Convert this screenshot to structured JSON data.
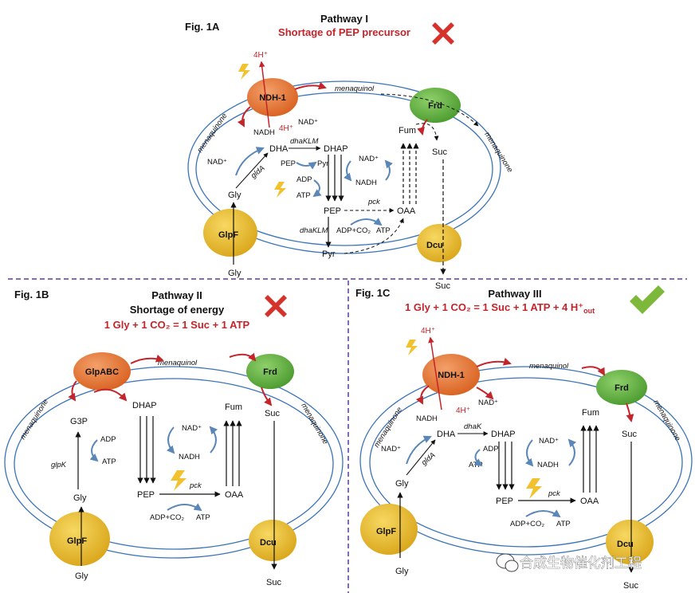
{
  "figA": {
    "label": "Fig. 1A",
    "pathway": "Pathway I",
    "subtitle": "Shortage of PEP precursor",
    "status": "cross-icon",
    "enzymes": {
      "ndh": "NDH-1",
      "frd": "Frd",
      "glpf": "GlpF",
      "dcu": "Dcu"
    },
    "membrane": {
      "menaquinol": "menaquinol",
      "menaquinone_left": "menaquinone",
      "menaquinone_right": "menaquinone"
    },
    "protons": {
      "out": "4H⁺",
      "in": "4H⁺"
    },
    "metabolites": {
      "nadh_top": "NADH",
      "nad_top": "NAD⁺",
      "dha": "DHA",
      "dhap": "DHAP",
      "nad_left": "NAD⁺",
      "gly_in": "Gly",
      "gly_out": "Gly",
      "pep_small": "PEP",
      "pyr_small": "Pyr",
      "adp": "ADP",
      "atp": "ATP",
      "pep": "PEP",
      "pyr": "Pyr",
      "oaa": "OAA",
      "fum": "Fum",
      "suc_in": "Suc",
      "suc_out": "Suc",
      "nad_right": "NAD⁺",
      "nadh_right": "NADH",
      "adp_co2": "ADP+CO₂",
      "atp2": "ATP"
    },
    "genes": {
      "dhaklm_top": "dhaKLM",
      "glda": "gldA",
      "pck": "pck",
      "dhaklm_bottom": "dhaKLM"
    }
  },
  "figB": {
    "label": "Fig. 1B",
    "pathway": "Pathway II",
    "subtitle": "Shortage of energy",
    "equation": "1 Gly + 1 CO₂ = 1 Suc + 1 ATP",
    "status": "cross-icon",
    "enzymes": {
      "glpabc": "GlpABC",
      "frd": "Frd",
      "glpf": "GlpF",
      "dcu": "Dcu"
    },
    "membrane": {
      "menaquinol": "menaquinol",
      "menaquinone_left": "menaquinone",
      "menaquinone_right": "menaquinone"
    },
    "metabolites": {
      "g3p": "G3P",
      "dhap": "DHAP",
      "adp": "ADP",
      "atp": "ATP",
      "gly_in": "Gly",
      "gly_out": "Gly",
      "pep": "PEP",
      "oaa": "OAA",
      "fum": "Fum",
      "suc_in": "Suc",
      "suc_out": "Suc",
      "nad": "NAD⁺",
      "nadh": "NADH",
      "adp_co2": "ADP+CO₂",
      "atp2": "ATP"
    },
    "genes": {
      "glpk": "glpK",
      "pck": "pck"
    }
  },
  "figC": {
    "label": "Fig. 1C",
    "pathway": "Pathway III",
    "equation": "1 Gly + 1 CO₂ = 1 Suc + 1 ATP + 4 H⁺",
    "equation_sub": "out",
    "status": "check-icon",
    "enzymes": {
      "ndh": "NDH-1",
      "frd": "Frd",
      "glpf": "GlpF",
      "dcu": "Dcu"
    },
    "membrane": {
      "menaquinol": "menaquinol",
      "menaquinone_left": "menaquinone",
      "menaquinone_right": "menaquinone"
    },
    "protons": {
      "out": "4H⁺",
      "in": "4H⁺"
    },
    "metabolites": {
      "nadh_top": "NADH",
      "nad_top": "NAD⁺",
      "nad_left": "NAD⁺",
      "dha": "DHA",
      "dhap": "DHAP",
      "adp": "ADP",
      "atp": "ATP",
      "gly_in": "Gly",
      "gly_out": "Gly",
      "pep": "PEP",
      "oaa": "OAA",
      "fum": "Fum",
      "suc_in": "Suc",
      "suc_out": "Suc",
      "nad_right": "NAD⁺",
      "nadh_right": "NADH",
      "adp_co2": "ADP+CO₂",
      "atp2": "ATP"
    },
    "genes": {
      "dhak": "dhaK",
      "glda": "gldA",
      "pck": "pck"
    }
  },
  "watermark": "合成生物催化剂工程",
  "colors": {
    "membrane": "#3a73b8",
    "ndh": "#e06a2b",
    "frd": "#56a93a",
    "yellow": "#eab92a",
    "red": "#c3252b",
    "check": "#7db83a"
  }
}
